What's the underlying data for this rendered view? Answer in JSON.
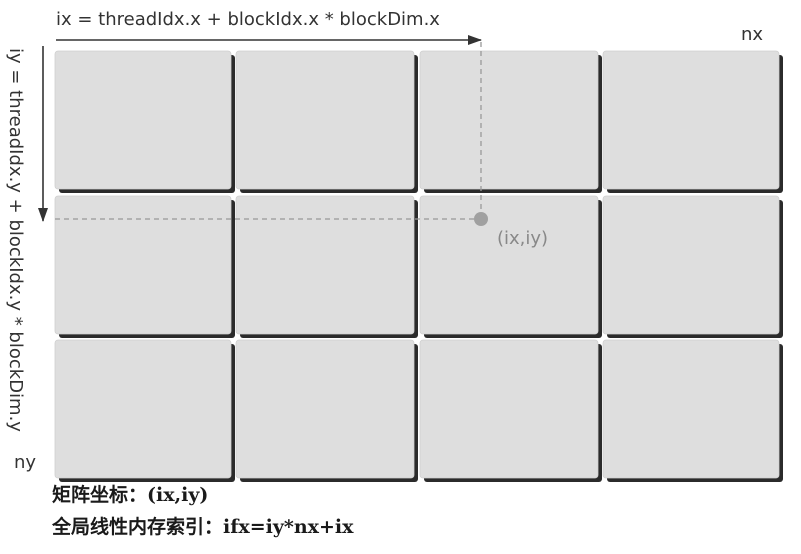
{
  "labels": {
    "ix_formula": "ix = threadIdx.x + blockIdx.x * blockDim.x",
    "iy_formula": "iy = threadIdx.y + blockIdx.y * blockDim.y",
    "nx": "nx",
    "ny": "ny",
    "point": "(ix,iy)"
  },
  "grid": {
    "rows": 3,
    "cols": 4
  },
  "captions": {
    "matrix_coord": "矩阵坐标：(ix,iy)",
    "linear_index": "全局线性内存索引：ifx=iy*nx+ix"
  },
  "colors": {
    "block_fill": "#dedede",
    "block_shadow": "#2b2b2b",
    "arrow": "#333333",
    "guide": "#999999",
    "point": "#a0a0a0"
  }
}
